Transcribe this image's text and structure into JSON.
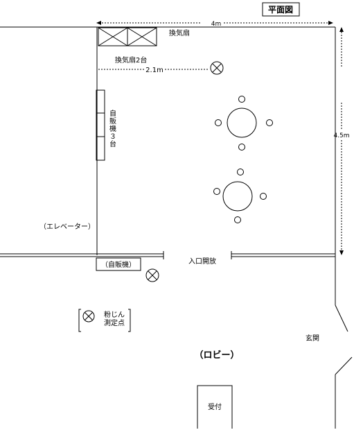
{
  "title": "平面図",
  "dimensions": {
    "width": "4m",
    "height": "4.5m",
    "fan_distance": "2.1m"
  },
  "labels": {
    "exhaust_fan": "換気扇",
    "exhaust_fan_count": "換気扇2台",
    "vending_machine_vertical": [
      "自",
      "販",
      "機",
      "３",
      "台"
    ],
    "elevator": "（エレベーター）",
    "vending_machine_outside": "（自販機）",
    "entrance_open": "入口開放",
    "dust_point": [
      "粉じん",
      "測定点"
    ],
    "front_entrance": "玄関",
    "lobby": "（ロビー）",
    "reception": "受付"
  }
}
